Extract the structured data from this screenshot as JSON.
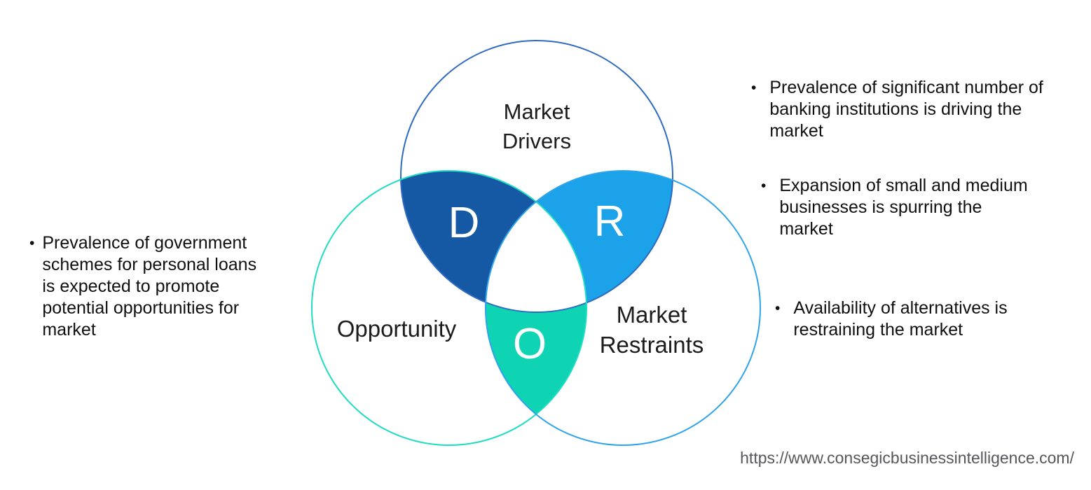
{
  "diagram": {
    "type": "venn",
    "circles": {
      "drivers": {
        "label": "Market\nDrivers",
        "letter": "D",
        "stroke": "#2E6ABF",
        "lens_fill": "#1558A4"
      },
      "opportunity": {
        "label": "Opportunity",
        "letter": "O",
        "stroke": "#1FDCC3",
        "lens_fill": "#0FD4B4"
      },
      "restraints": {
        "label": "Market\nRestraints",
        "letter": "R",
        "stroke": "#2FA4EA",
        "lens_fill": "#1CA2E8"
      }
    },
    "letter_color": "#FFFFFF",
    "center_fill": "#FFFFFF"
  },
  "bullets": {
    "marker": "•",
    "left": [
      {
        "text": "Prevalence of government\nschemes for personal loans\nis expected to promote\npotential opportunities for\nmarket"
      }
    ],
    "right": [
      {
        "text": "Prevalence of significant number of\nbanking institutions is driving the\nmarket"
      },
      {
        "text": "Expansion of small and medium\nbusinesses is spurring the\nmarket"
      },
      {
        "text": "Availability of alternatives is\nrestraining the market"
      }
    ]
  },
  "footer": {
    "url": "https://www.consegicbusinessintelligence.com/"
  }
}
